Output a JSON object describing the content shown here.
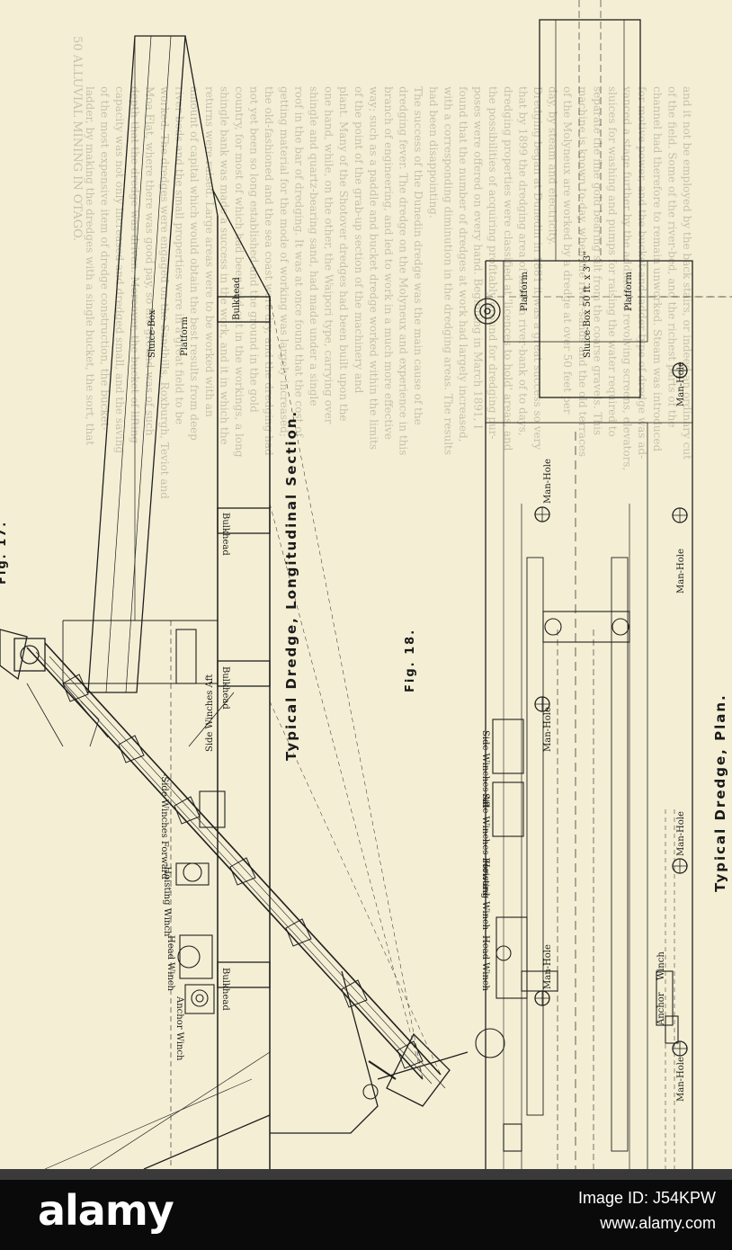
{
  "figure17": {
    "fig_label": "Fig. 17.",
    "caption": "Typical Dredge, Longitudinal Section.",
    "labels": {
      "sluice_box": "Sluice-Box",
      "platform": "Platform",
      "bulkhead_1": "Bulkhead",
      "bulkhead_2": "Bulkhead",
      "bulkhead_3": "Bulkhead",
      "bulkhead_4": "Bulkhead",
      "side_winches_aft": "Side Winches Aft",
      "side_winches_forward": "-Side Winches Forward",
      "hoisting_winch": "-Hoisting Winch",
      "head_winch": "Head Winch",
      "anchor_winch": "Anchor Winch"
    }
  },
  "figure18": {
    "fig_label": "Fig. 18.",
    "caption": "Typical Dredge, Plan.",
    "labels": {
      "platform_top": "Platform",
      "sluice_box": "Sluice-Box 50 ft. x 3' 3\"",
      "platform_bottom": "Platform",
      "man_hole_1": "Man-Hole",
      "man_hole_2": "Man-Hole",
      "man_hole_3": "Man-Hole",
      "man_hole_4": "Man-Hole",
      "man_hole_5": "Man-Hole",
      "man_hole_6": "Man-Hole",
      "man_hole_7": "Man-Hole",
      "side_winches_aft": "Side Winches Aft",
      "side_winches_forward": "Side Winches Forward",
      "hoisting_winch": "Hoisting Winch",
      "head_winch": "Head Winch",
      "anchor": "Anchor",
      "winch": "Winch"
    }
  },
  "background_text": {
    "running_head": "50    ALLUVIAL MINING IN OTAGO.",
    "lines": [
      "and it not be employed by the back stairs, or indeed an ordinary cut",
      "of the field. Some of the river-bed, and the richest parts of the",
      "channel had therefore to remain unworked. Steam was introduced",
      "for motive power, and the bucket-and-ladder type of dredge was ad-",
      "vanced a stage further by the addition of revolving screens, elevators,",
      "sluices for washing and pumps for raising the water required to",
      "separate the fine gold bearing silt from the coarse gravels. This",
      "machine is known to-day, when the river-sands and the old terraces",
      "of the Molyneux are worked by a dredge at over 50 feet per",
      "day, by steam and electricity.",
      "Dredging began at Dunedin in 1881 it was a great success so very",
      "that by 1899 the dredging area of land on river-bank of to days,",
      "dredging properties were classified at 'licences to hold' areas, and",
      "the possibilities of acquiring profitably ground for dredging pur-",
      "poses were offered on every hand. Beginning in March 1891, I",
      "found that the number of dredges at work had largely increased,",
      "with a corresponding diminution in the dredging areas. The results",
      "had been disappointing.",
      "The success of the Dunedin dredge was the main cause of the",
      "dredging fever. The dredge on the Molyneux and experience in this",
      "branch of engineering, and led to work in a much more effective",
      "way; such as a paddle and bucket dredge worked within the limits",
      "of the point of the grab-up section of the machinery and",
      "plant. Many of the Shotover dredges had been built upon the",
      "one hand, while, on the other, the Waipori type, carrying over",
      "shingle and quartz-bearing sand, had made under a single",
      "roof in the bar of dredging. It was at once found that the cost of",
      "getting material for the mode of working was largely increased;",
      "the old-fashioned and the sea coast were dry, and the dredging had",
      "not yet been so long established and the ground in the gold",
      "country, for most of which had been laid out in the workings, a long",
      "shingle bank was made a success in the work, and it in which the",
      "returns were raised. Large areas were to be worked with an",
      "amount of capital which would obtain the best results from deep",
      "river beds and the small properties were in a great field to be",
      "worked. The dredges were engaged on the Sandhills, Roxburgh, Teviot and",
      "Moa Flat, where there was good pay, so the ground was of such",
      "depth that the dredge was driven. Moreover, the bucket of lifting",
      "capacity was not only increased and dredged small, and the saving",
      "of the most expensive item of dredge construction, the bucket-",
      "ladder, by making the dredges with a single bucket, the sort, that"
    ]
  }
}
